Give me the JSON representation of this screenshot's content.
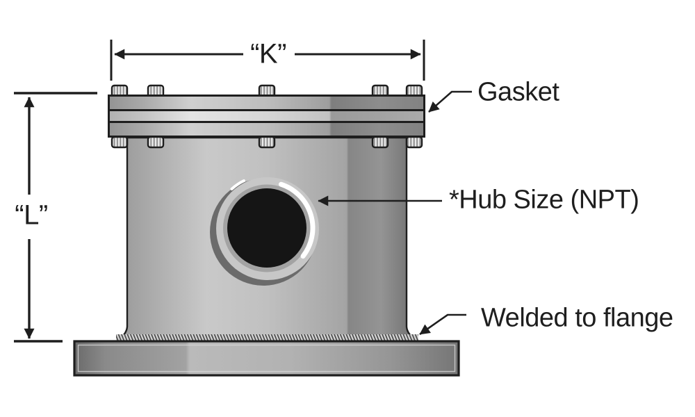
{
  "labels": {
    "k": "“K”",
    "l": "“L”",
    "gasket": "Gasket",
    "hub": "*Hub Size (NPT)",
    "weld": "Welded to flange"
  },
  "palette": {
    "ink": "#1e1e1e",
    "background": "#ffffff",
    "metal_highlight": "#cdcdcd",
    "metal_mid": "#a8a8a8",
    "metal_shadow": "#6e6e6e",
    "gasket_light": "#d9d9d9",
    "hub_bore": "#151515",
    "weld_light": "#d6d6d6"
  }
}
